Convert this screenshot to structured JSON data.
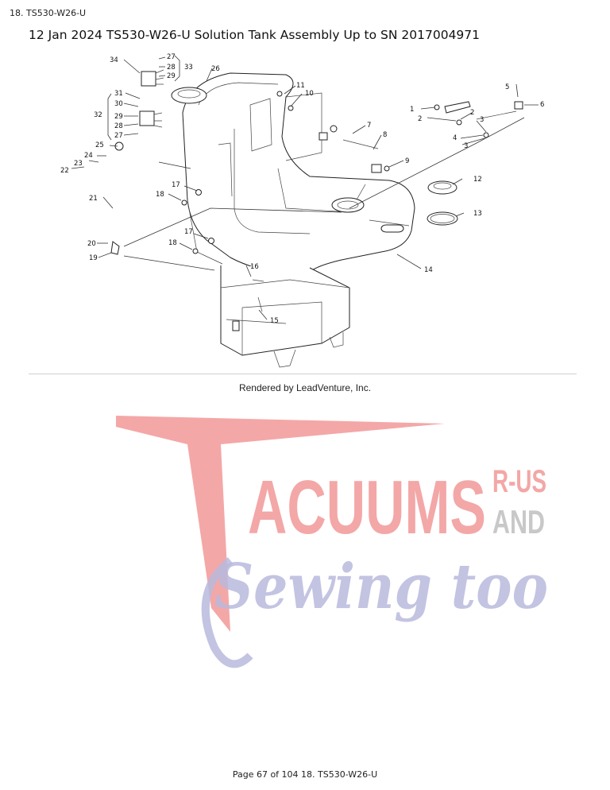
{
  "running_head": "18. TS530-W26-U",
  "title": "12 Jan 2024 TS530-W26-U Solution Tank Assembly Up to SN 2017004971",
  "diagram": {
    "callouts": [
      "34",
      "27",
      "28",
      "29",
      "33",
      "26",
      "31",
      "30",
      "32",
      "29",
      "28",
      "27",
      "11",
      "10",
      "5",
      "1",
      "2",
      "2",
      "3",
      "6",
      "4",
      "3",
      "7",
      "8",
      "9",
      "25",
      "24",
      "23",
      "22",
      "21",
      "17",
      "18",
      "12",
      "13",
      "17",
      "18",
      "16",
      "20",
      "19",
      "14",
      "15"
    ]
  },
  "credit": "Rendered by LeadVenture, Inc.",
  "watermark": {
    "word_main": "ACUUMS",
    "word_small_top": "R-US",
    "word_small_bottom": "AND",
    "word_script": "Sewing too",
    "color_red": "#f08a8a",
    "color_gray": "#c8c8c8",
    "color_lavender": "#b9b9dd"
  },
  "footer": "Page 67 of 104 18. TS530-W26-U"
}
